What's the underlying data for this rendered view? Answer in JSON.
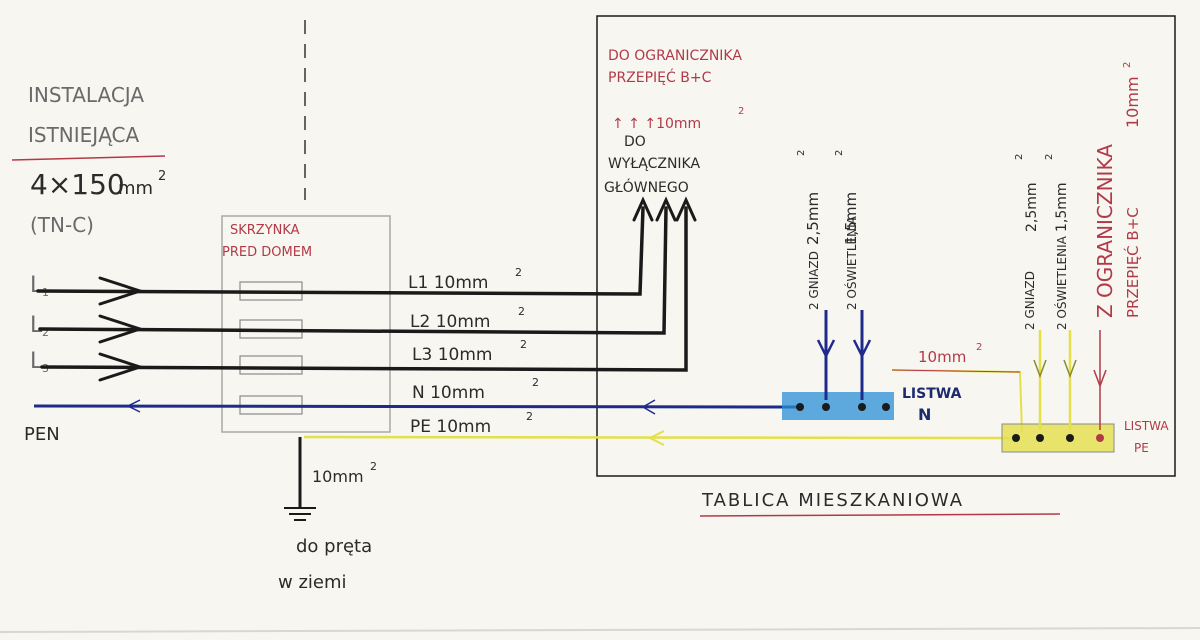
{
  "left_notes": {
    "line1": "INSTALACJA",
    "line2": "ISTNIEJĄCA",
    "cable": "4×150",
    "cable_unit": "mm",
    "cable_exp": "2",
    "system": "(TN-C)"
  },
  "left_labels": {
    "l1": "L",
    "l1_sub": "1",
    "l2": "L",
    "l2_sub": "2",
    "l3": "L",
    "l3_sub": "3",
    "pen": "PEN"
  },
  "box": {
    "title_line1": "SKRZYNKA",
    "title_line2": "PRED DOMEM"
  },
  "wires": {
    "l1": "L1 10mm",
    "l2": "L2 10mm",
    "l3": "L3 10mm",
    "n": "N 10mm",
    "pe": "PE 10mm",
    "exp": "2"
  },
  "ground": {
    "size": "10mm",
    "exp": "2",
    "note1": "do pręta",
    "note2": "w ziemi"
  },
  "top_notes": {
    "surge1": "DO OGRANICZNIKA",
    "surge2": "PRZEPIĘĆ B+C",
    "arrow_size": "↑ ↑ ↑10mm",
    "arrow_exp": "2",
    "main1": "DO",
    "main2": "WYŁĄCZNIKA",
    "main3": "GŁÓWNEGO"
  },
  "board": {
    "title": "TABLICA MIESZKANIOWA",
    "n_bus1": "LISTWA",
    "n_bus2": "N",
    "pe_bus1": "LISTWA",
    "pe_bus2": "PE",
    "bridge_size": "10mm",
    "bridge_exp": "2",
    "v_socket_size": "2,5mm",
    "v_light_size": "1,5mm",
    "v_socket_label": "2 GNIAZD",
    "v_light_label": "2 OŚWIETLENIA",
    "p_socket_size": "2,5mm",
    "p_light_size": "1,5mm",
    "p_socket_label": "2 GNIAZD",
    "p_light_label": "2 OŚWIETLENIA",
    "surge_label1": "Z OGRANICZNIKA",
    "surge_label2": "PRZEPIĘĆ B+C",
    "surge_size": "10mm",
    "exp": "2"
  },
  "colors": {
    "phase": "#1a1a1a",
    "neutral": "#1f2b8a",
    "pe": "#e3e04a",
    "red_ink": "#b23a48",
    "bus_blue": "#2a8fd6"
  }
}
